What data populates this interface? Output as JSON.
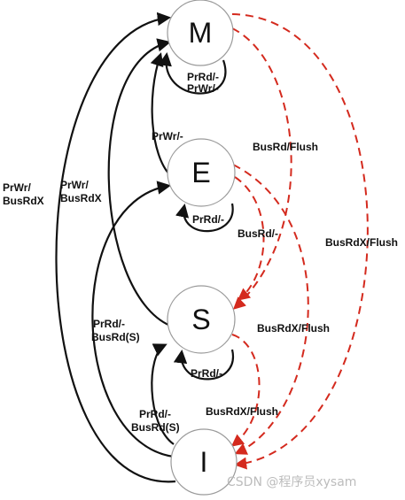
{
  "states": {
    "m": "M",
    "e": "E",
    "s": "S",
    "i": "I"
  },
  "labels": {
    "m_self_rd": "PrRd/-",
    "m_self_wr": "PrWr/-",
    "e_to_m": "PrWr/-",
    "e_self": "PrRd/-",
    "s_self": "PrRd/-",
    "s_to_m_line1": "PrWr/",
    "s_to_m_line2": "BusRdX",
    "i_to_m_line1": "PrWr/",
    "i_to_m_line2": "BusRdX",
    "i_to_e_line1": "PrRd/-",
    "i_to_e_line2": "BusRd(S)",
    "i_to_s_line1": "PrRd/-",
    "i_to_s_line2": "BusRd(S)",
    "m_to_s": "BusRd/Flush",
    "e_to_s": "BusRd/-",
    "m_to_i": "BusRdX/Flush",
    "e_to_i": "BusRdX/Flush",
    "s_to_i": "BusRdX/Flush"
  },
  "colors": {
    "processor_edge": "#111111",
    "bus_edge": "#d42a1e"
  },
  "watermark": "CSDN @程序员xysam"
}
